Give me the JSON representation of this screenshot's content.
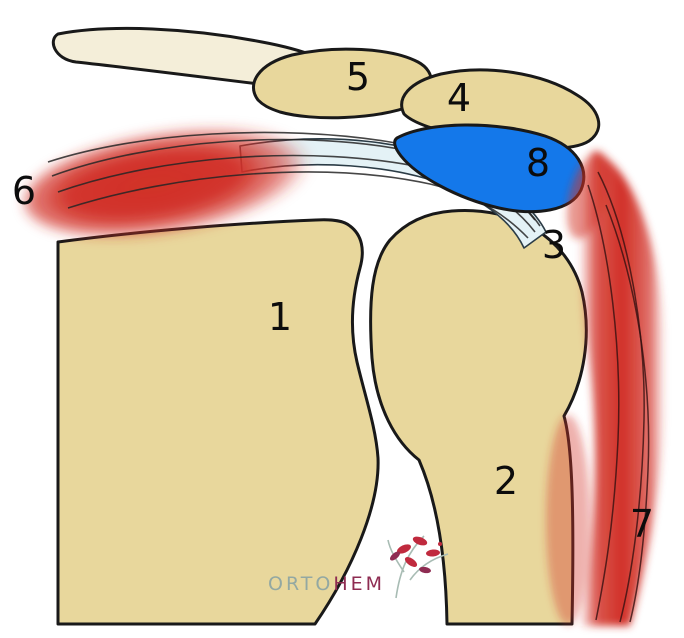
{
  "figure": {
    "labels": [
      "1",
      "2",
      "3",
      "4",
      "5",
      "6",
      "7",
      "8"
    ]
  },
  "logo": {
    "part1": "orto",
    "part2": "hem"
  },
  "colors": {
    "bone": "#e8d79c",
    "bone_light": "#f4eed9",
    "bursa_blue": "#1478ea",
    "muscle_red": "#d13026",
    "tendon": "#e4f2f6",
    "outline": "#191919",
    "label": "#0c0c0c",
    "logo_primary": "#93a8a2",
    "logo_secondary": "#8e2c52",
    "cell_red": "#c02a3e"
  }
}
